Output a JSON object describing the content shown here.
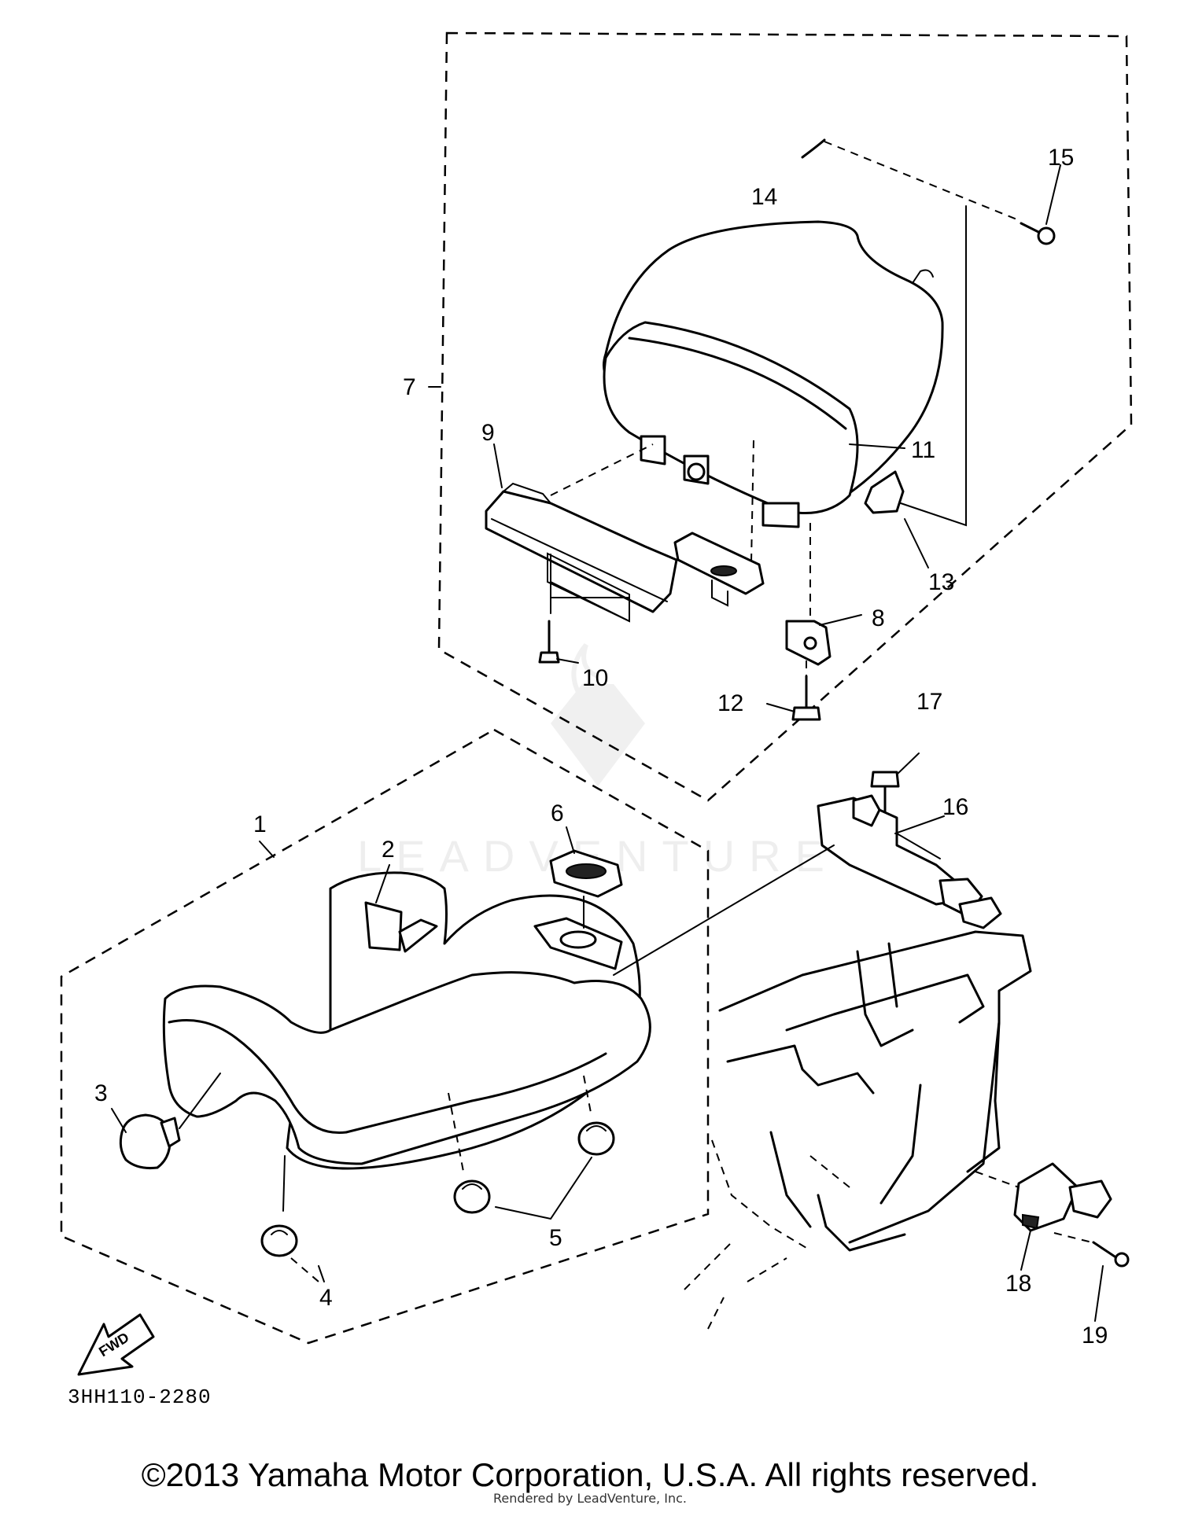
{
  "diagram": {
    "callouts": [
      "1",
      "2",
      "3",
      "4",
      "5",
      "6",
      "7",
      "8",
      "9",
      "10",
      "11",
      "12",
      "13",
      "14",
      "15",
      "16",
      "17",
      "18",
      "19"
    ],
    "direction_label": "FWD",
    "diagram_code": "3HH110-2280"
  },
  "watermark": {
    "text": "LEADVENTURE"
  },
  "footer": {
    "copyright": "©2013 Yamaha Motor Corporation, U.S.A. All rights reserved.",
    "render_credit": "Rendered by LeadVenture, Inc."
  }
}
